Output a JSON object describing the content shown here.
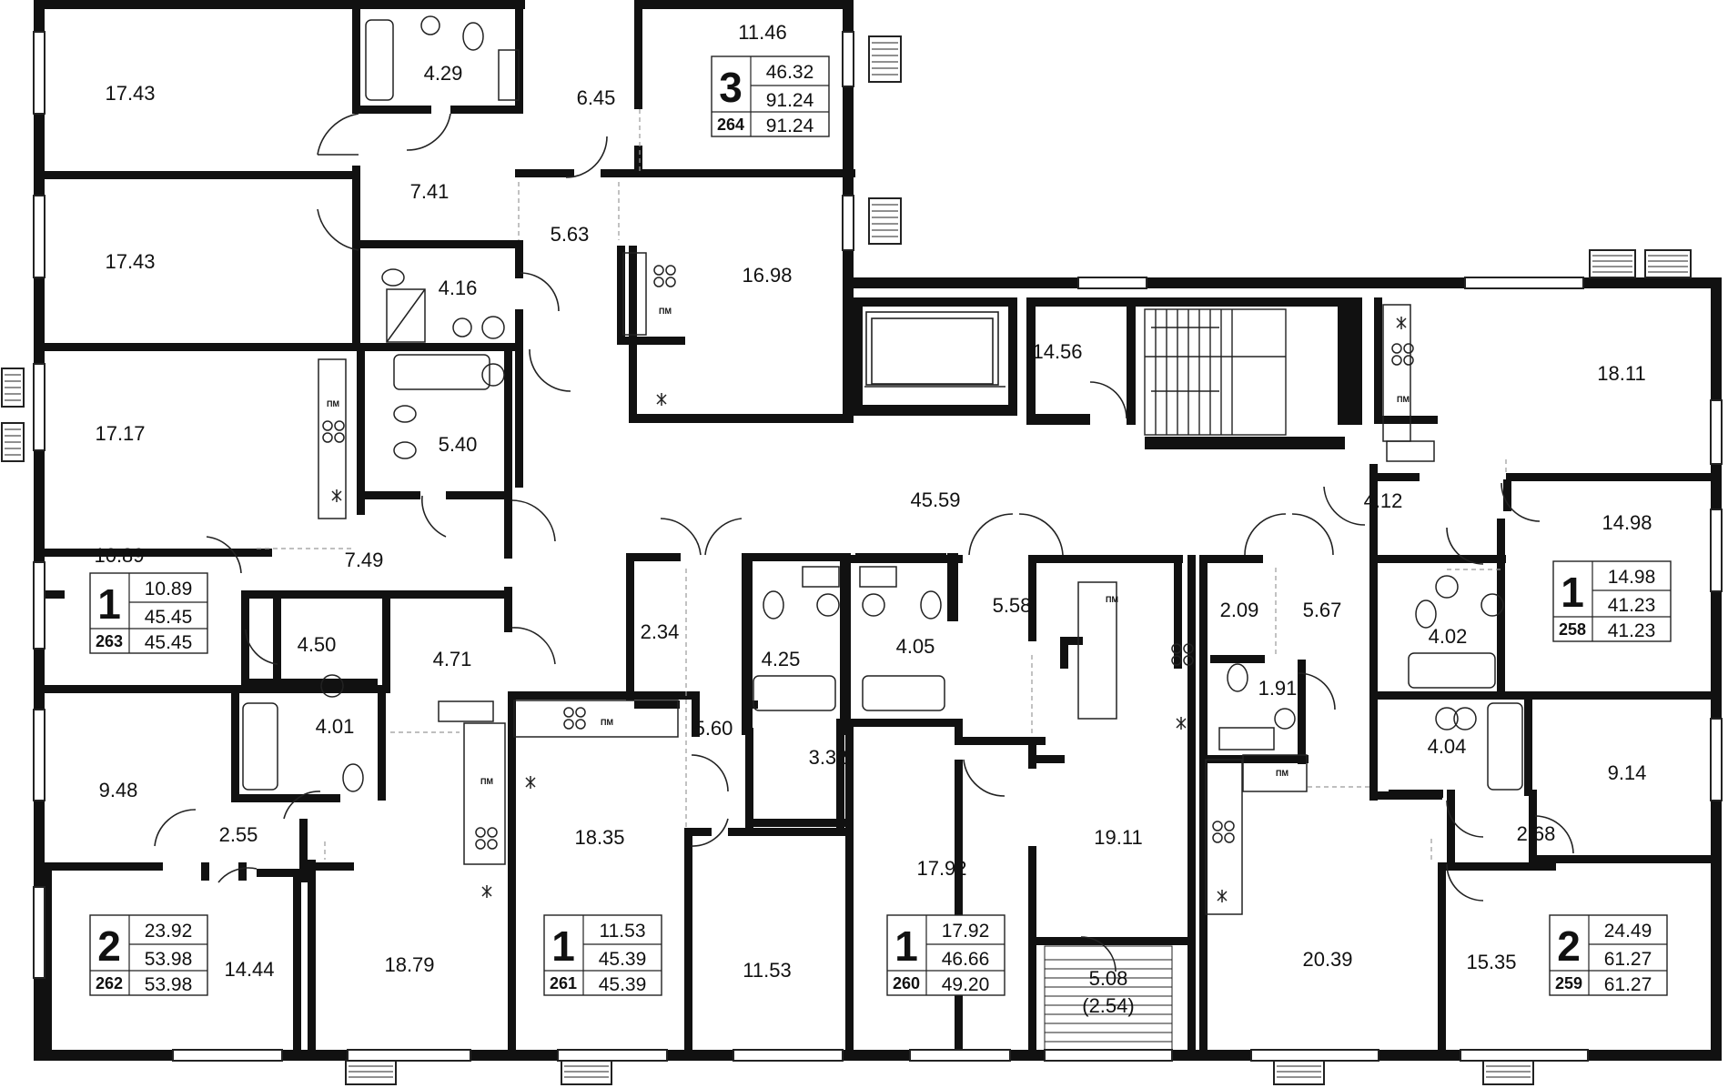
{
  "colors": {
    "wall": "#111111",
    "line": "#222222",
    "background": "#ffffff"
  },
  "rooms": [
    {
      "id": "r1",
      "label": "17.43"
    },
    {
      "id": "r2",
      "label": "4.29"
    },
    {
      "id": "r3",
      "label": "6.45"
    },
    {
      "id": "r4",
      "label": "11.46"
    },
    {
      "id": "r5",
      "label": "7.41"
    },
    {
      "id": "r6",
      "label": "5.63"
    },
    {
      "id": "r7",
      "label": "17.43"
    },
    {
      "id": "r8",
      "label": "4.16"
    },
    {
      "id": "r9",
      "label": "16.98"
    },
    {
      "id": "r10",
      "label": "17.17"
    },
    {
      "id": "r11",
      "label": "5.40"
    },
    {
      "id": "r12",
      "label": "14.56"
    },
    {
      "id": "r13",
      "label": "18.11"
    },
    {
      "id": "r14",
      "label": "45.59"
    },
    {
      "id": "r15",
      "label": "10.89"
    },
    {
      "id": "r16",
      "label": "7.49"
    },
    {
      "id": "r17",
      "label": "4.12"
    },
    {
      "id": "r18",
      "label": "14.98"
    },
    {
      "id": "r19",
      "label": "2.34"
    },
    {
      "id": "r20",
      "label": "4.25"
    },
    {
      "id": "r21",
      "label": "4.05"
    },
    {
      "id": "r22",
      "label": "5.58"
    },
    {
      "id": "r23",
      "label": "2.09"
    },
    {
      "id": "r24",
      "label": "5.67"
    },
    {
      "id": "r25",
      "label": "4.02"
    },
    {
      "id": "r26",
      "label": "4.50"
    },
    {
      "id": "r27",
      "label": "4.71"
    },
    {
      "id": "r28",
      "label": "1.91"
    },
    {
      "id": "r29",
      "label": "5.60"
    },
    {
      "id": "r30",
      "label": "4.01"
    },
    {
      "id": "r31",
      "label": "3.32"
    },
    {
      "id": "r32",
      "label": "4.04"
    },
    {
      "id": "r33",
      "label": "9.48"
    },
    {
      "id": "r34",
      "label": "9.14"
    },
    {
      "id": "r35",
      "label": "2.55"
    },
    {
      "id": "r36",
      "label": "2.68"
    },
    {
      "id": "r37",
      "label": "18.35"
    },
    {
      "id": "r38",
      "label": "17.92"
    },
    {
      "id": "r39",
      "label": "19.11"
    },
    {
      "id": "r40",
      "label": "14.44"
    },
    {
      "id": "r41",
      "label": "18.79"
    },
    {
      "id": "r42",
      "label": "11.53"
    },
    {
      "id": "r43",
      "label": "20.39"
    },
    {
      "id": "r44",
      "label": "15.35"
    },
    {
      "id": "r45",
      "label": "5.08"
    },
    {
      "id": "r46",
      "label": "(2.54)"
    }
  ],
  "apartments": [
    {
      "number": "264",
      "rooms": "3",
      "living": "46.32",
      "total": "91.24",
      "total_alt": "91.24"
    },
    {
      "number": "263",
      "rooms": "1",
      "living": "10.89",
      "total": "45.45",
      "total_alt": "45.45"
    },
    {
      "number": "258",
      "rooms": "1",
      "living": "14.98",
      "total": "41.23",
      "total_alt": "41.23"
    },
    {
      "number": "262",
      "rooms": "2",
      "living": "23.92",
      "total": "53.98",
      "total_alt": "53.98"
    },
    {
      "number": "261",
      "rooms": "1",
      "living": "11.53",
      "total": "45.39",
      "total_alt": "45.39"
    },
    {
      "number": "260",
      "rooms": "1",
      "living": "17.92",
      "total": "46.66",
      "total_alt": "49.20"
    },
    {
      "number": "259",
      "rooms": "2",
      "living": "24.49",
      "total": "61.27",
      "total_alt": "61.27"
    }
  ],
  "fixture_labels": {
    "dishwasher": "ПМ"
  }
}
